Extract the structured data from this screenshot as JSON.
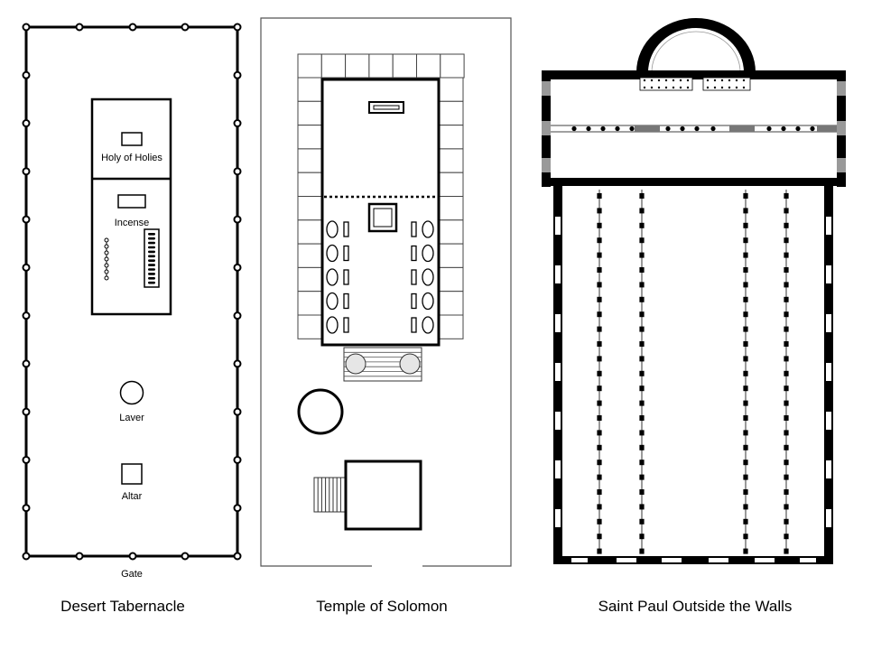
{
  "plans": {
    "tabernacle": {
      "caption": "Desert Tabernacle",
      "labels": {
        "holy_of_holies": "Holy of Holies",
        "incense": "Incense",
        "laver": "Laver",
        "altar": "Altar",
        "gate": "Gate"
      }
    },
    "temple": {
      "caption": "Temple of Solomon"
    },
    "basilica": {
      "caption": "Saint Paul Outside the Walls"
    }
  }
}
